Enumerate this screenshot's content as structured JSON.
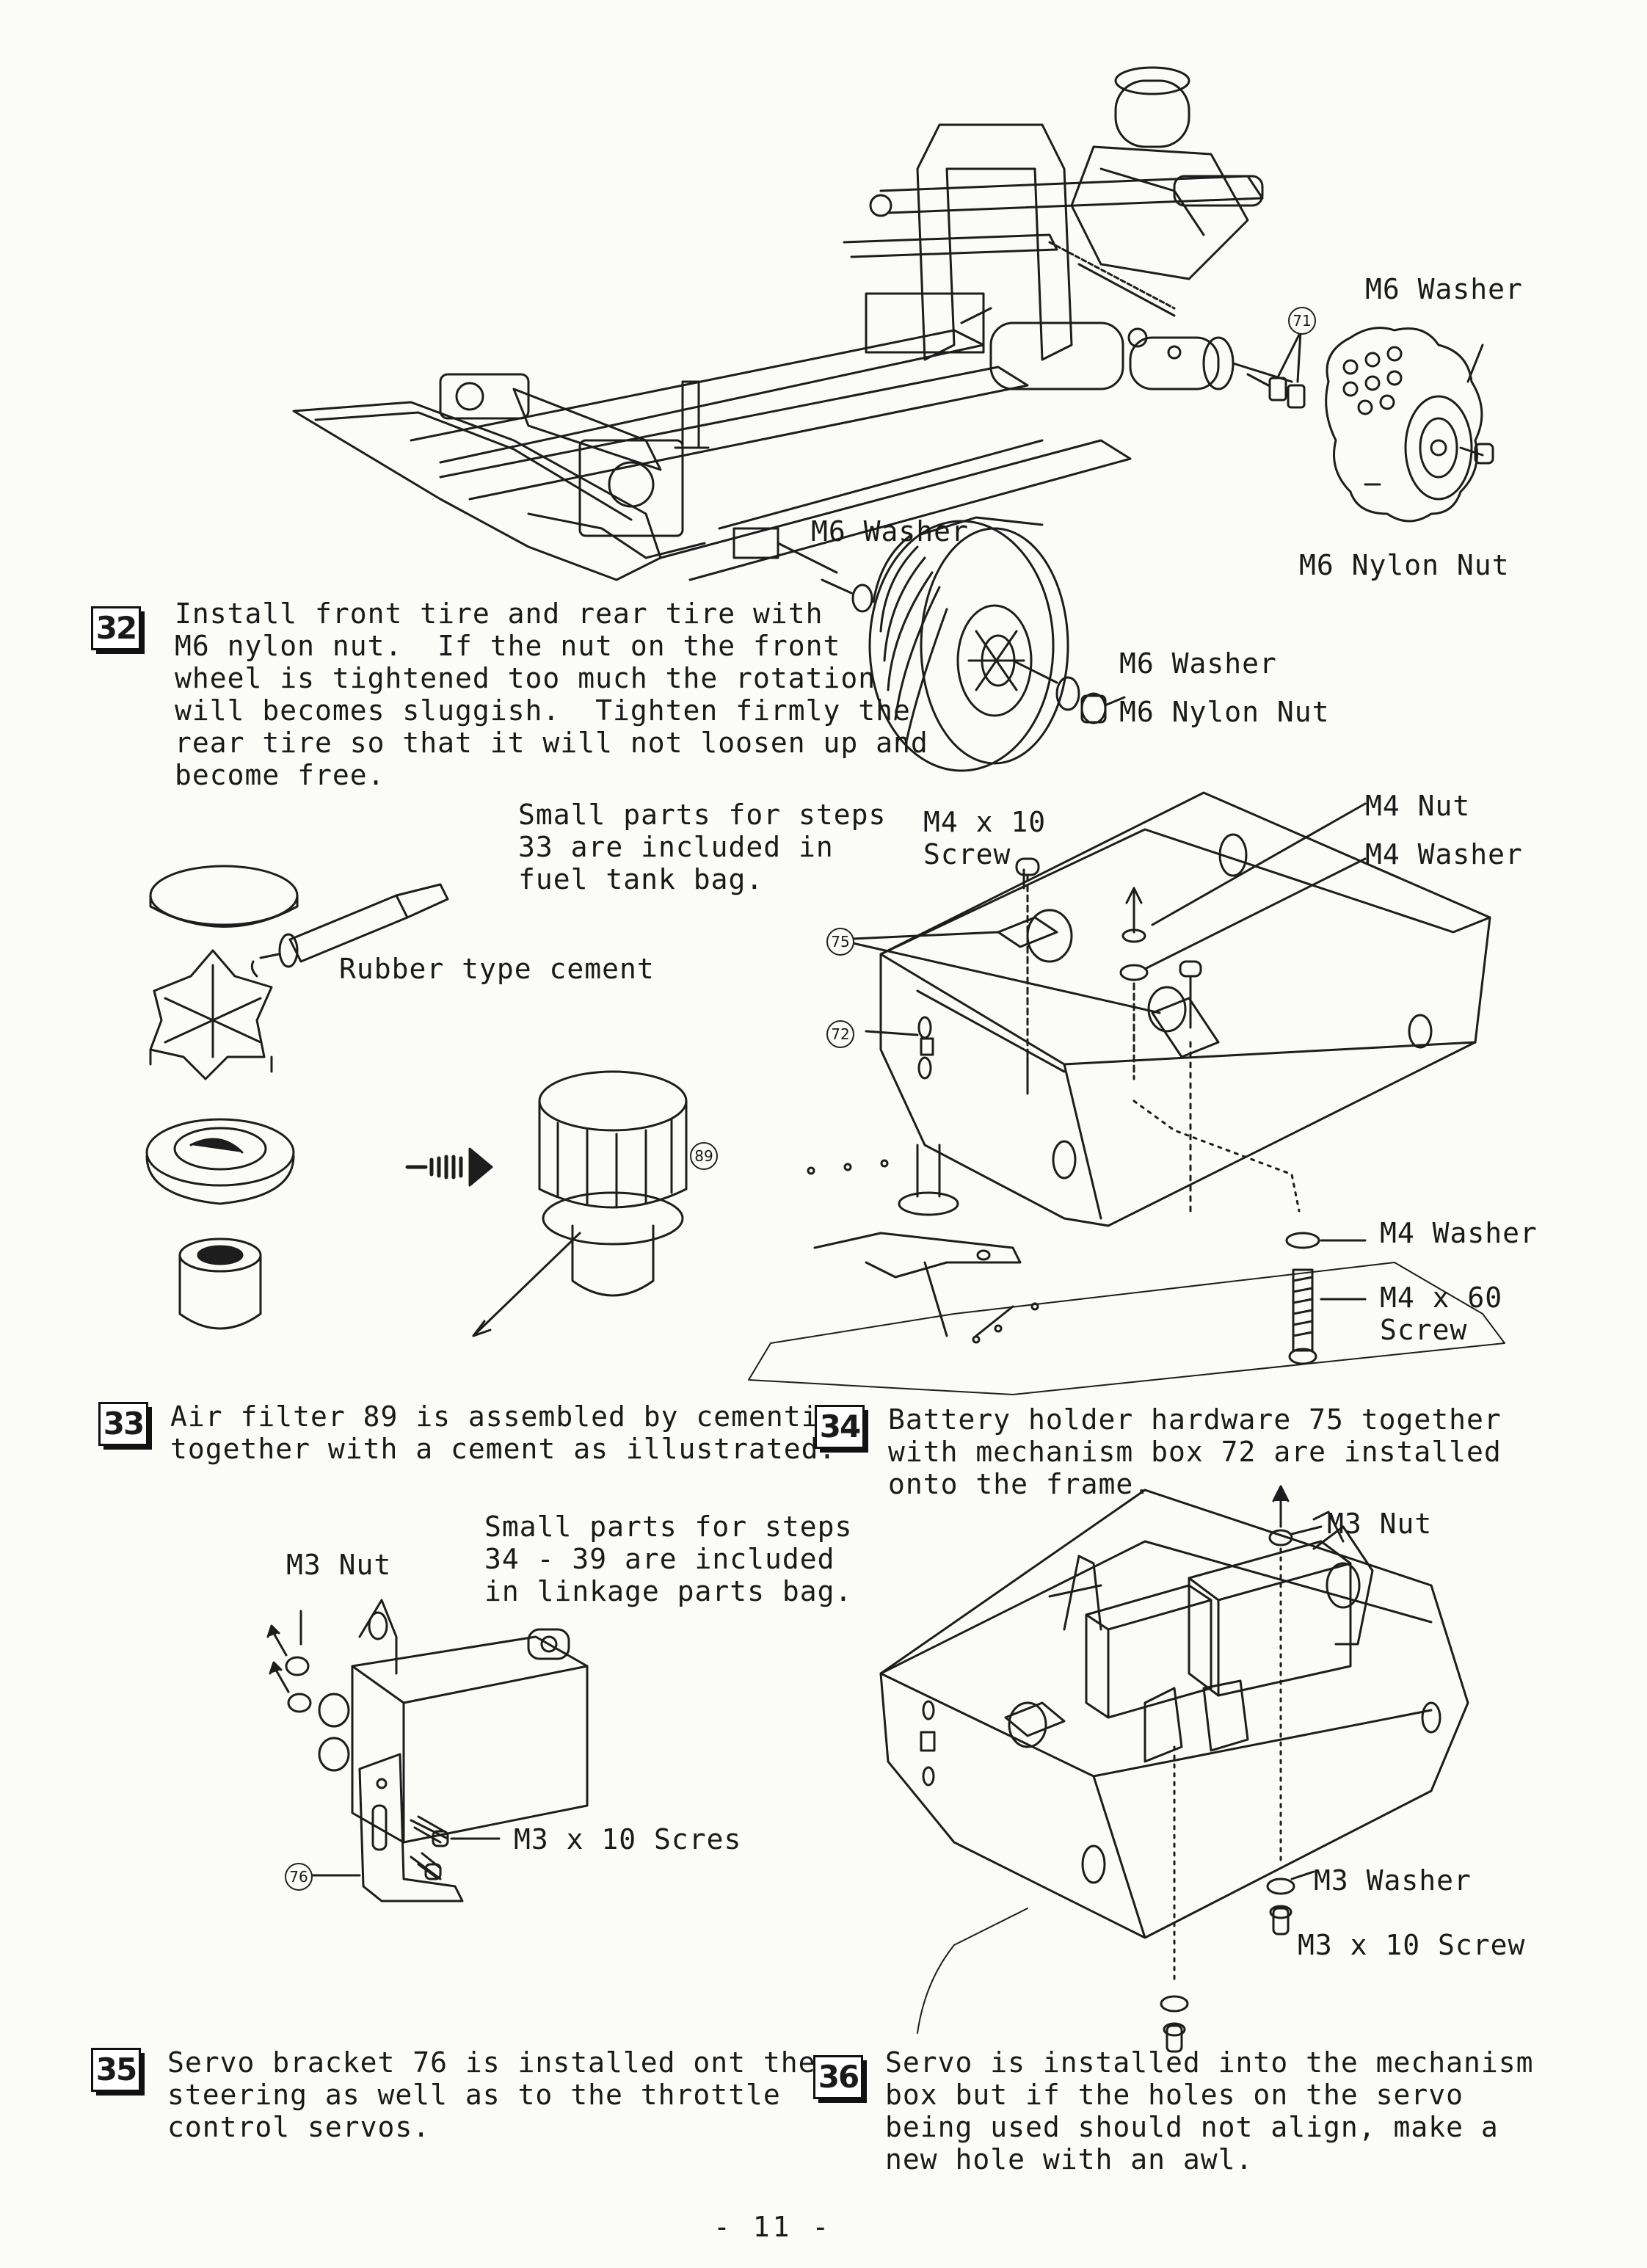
{
  "page_number": "- 11 -",
  "step32": {
    "badge": "32",
    "lines": [
      "Install front tire and rear tire with",
      "M6 nylon nut.  If the nut on the front",
      "wheel is tightened too much the rotation",
      "will becomes sluggish.  Tighten firmly the",
      "rear tire so that it will not loosen up and",
      "become free."
    ],
    "labels": {
      "m6_washer_top": "M6 Washer",
      "m6_nylon_nut_top": "M6 Nylon Nut",
      "part_71": "71",
      "m6_washer_mid": "M6 Washer",
      "m6_washer_front": "M6 Washer",
      "m6_nylon_nut_front": "M6 Nylon Nut"
    }
  },
  "step33": {
    "badge": "33",
    "lines": [
      "Air filter 89 is assembled by cementing",
      "together with a cement as illustrated."
    ],
    "note": [
      "Small parts for steps",
      "33 are included in",
      "fuel tank bag."
    ],
    "labels": {
      "cement": "Rubber type cement",
      "part_89": "89"
    }
  },
  "step34": {
    "badge": "34",
    "lines": [
      "Battery holder hardware 75 together",
      "with mechanism box 72 are installed",
      "onto the frame."
    ],
    "labels": {
      "m4x10_a": "M4 x 10",
      "m4x10_b": "Screw",
      "m4_nut": "M4 Nut",
      "m4_washer_top": "M4 Washer",
      "part_75": "75",
      "part_72": "72",
      "m4_washer_bottom": "M4 Washer",
      "m4x60_a": "M4 x 60",
      "m4x60_b": "Screw"
    }
  },
  "step35": {
    "badge": "35",
    "lines": [
      "Servo bracket 76 is installed ont the",
      "steering as well as to the throttle",
      "control servos."
    ],
    "note": [
      "Small parts for steps",
      "34 - 39 are included",
      "in linkage parts bag."
    ],
    "labels": {
      "m3_nut": "M3 Nut",
      "m3x10": "M3 x 10 Scres",
      "part_76": "76"
    }
  },
  "step36": {
    "badge": "36",
    "lines": [
      "Servo is installed into the mechanism",
      "box but if the holes on the servo",
      "being used should not align, make a",
      "new hole with an awl."
    ],
    "labels": {
      "m3_nut": "M3 Nut",
      "m3_washer": "M3 Washer",
      "m3x10": "M3 x 10 Screw"
    }
  }
}
